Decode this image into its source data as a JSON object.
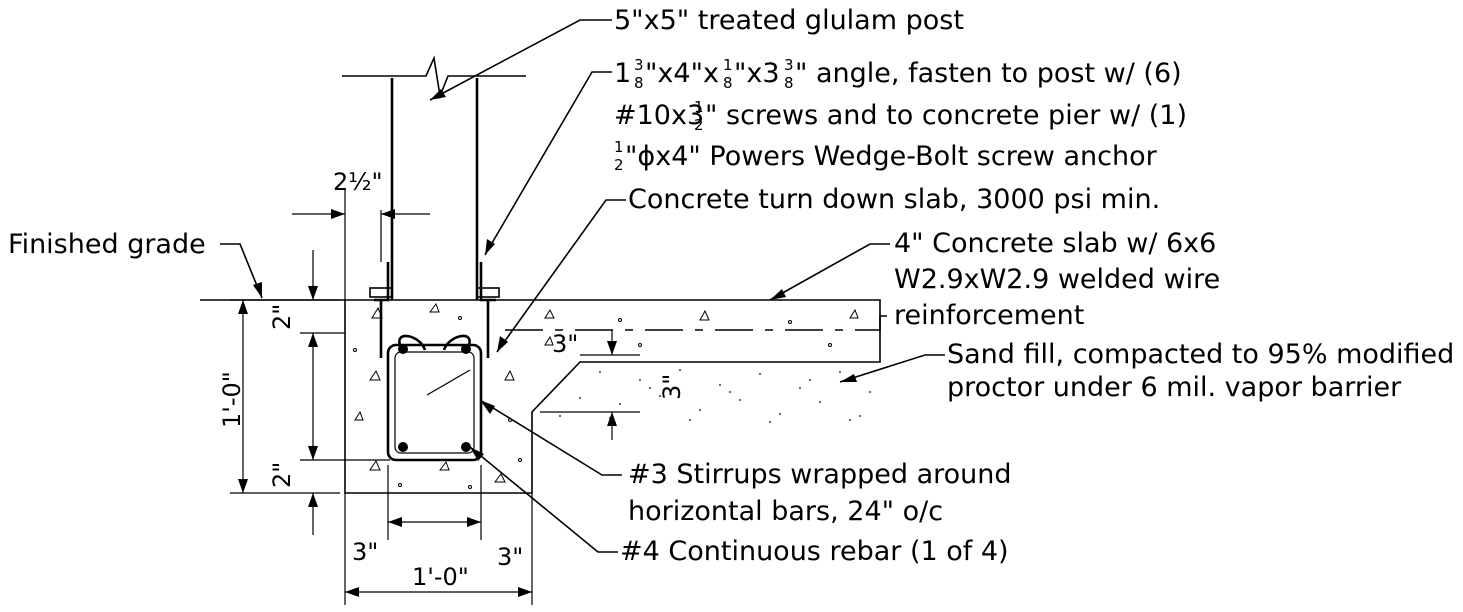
{
  "labels": {
    "post": "5\"x5\" treated glulam post",
    "angle_line1": "1 3/8\"x4\"x1/8\"x3 3/8\" angle, fasten to post w/ (6)",
    "angle_line2": "#10x3 1/2\" screws and to concrete pier w/ (1)",
    "angle_line3": "1/2\"ϕx4\" Powers Wedge-Bolt screw anchor",
    "turn_down": "Concrete turn down slab, 3000 psi min.",
    "slab_line1": "4\" Concrete slab w/ 6x6",
    "slab_line2": "W2.9xW2.9 welded wire",
    "slab_line3": "reinforcement",
    "sand_line1": "Sand fill, compacted to 95% modified",
    "sand_line2": "proctor under 6 mil. vapor barrier",
    "stirrups_line1": "#3 Stirrups wrapped around",
    "stirrups_line2": "horizontal bars, 24\" o/c",
    "rebar": "#4 Continuous rebar (1 of 4)",
    "finished_grade": "Finished grade"
  },
  "dimensions": {
    "post_offset": "2½\"",
    "top_cover": "2\"",
    "depth": "1'-0\"",
    "bottom_cover": "2\"",
    "side_cover_left": "3\"",
    "side_cover_right": "3\"",
    "width": "1'-0\"",
    "slab_offset": "3\"",
    "sand_depth": "3\""
  }
}
